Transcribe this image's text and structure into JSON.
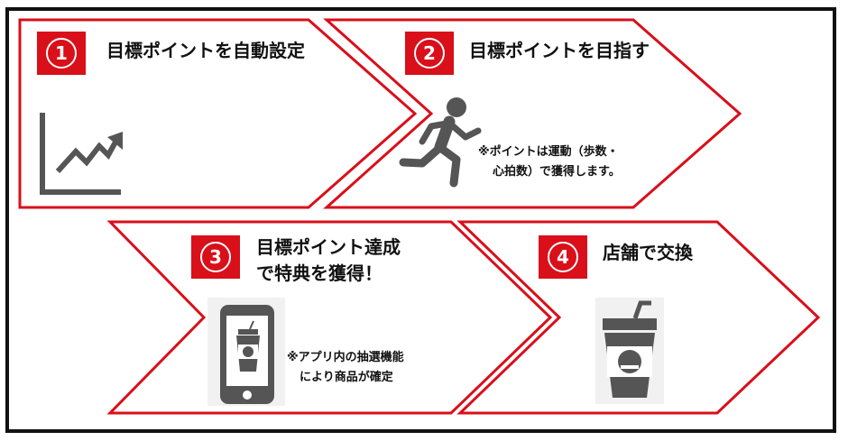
{
  "steps": [
    {
      "number": "1",
      "title": "目標ポイントを自動設定",
      "icon": "chart-growth-icon"
    },
    {
      "number": "2",
      "title": "目標ポイントを目指す",
      "icon": "runner-icon",
      "note_line1": "※ポイントは運動（歩数・",
      "note_line2": "心拍数）で獲得します。"
    },
    {
      "number": "3",
      "title_line1": "目標ポイント達成",
      "title_line2": "で特典を獲得！",
      "icon": "smartphone-coffee-icon",
      "note_line1": "※アプリ内の抽選機能",
      "note_line2": "により商品が確定"
    },
    {
      "number": "4",
      "title": "店舗で交換",
      "icon": "coffee-cup-icon"
    }
  ],
  "colors": {
    "accent": "#d90f1a",
    "icon_gray": "#555555",
    "frame": "#111111"
  }
}
